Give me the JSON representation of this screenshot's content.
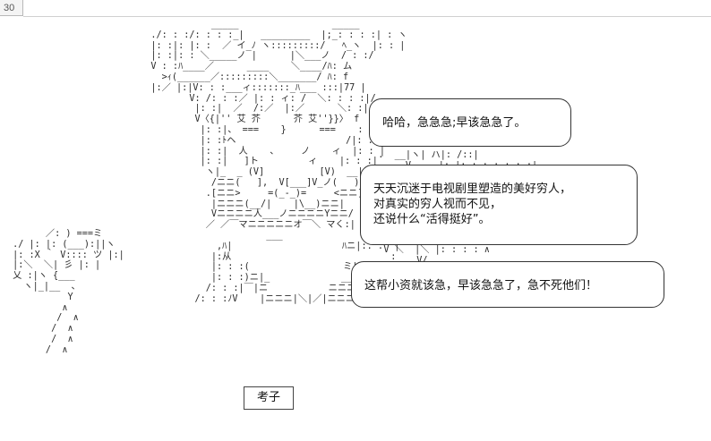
{
  "page": {
    "number": "30"
  },
  "bubbles": {
    "first": {
      "lines": [
        "哈哈，急急急;早该急急了。"
      ]
    },
    "second": {
      "lines": [
        "天天沉迷于电视剧里塑造的美好穷人，",
        "对真实的穷人视而不见，",
        "还说什么“活得挺好”。"
      ]
    },
    "third": {
      "lines": [
        "这帮小资就该急，早该急急了，急不死他们！"
      ]
    }
  },
  "sign": {
    "label": "考子"
  },
  "ascii_art": {
    "main": [
      "              _____                 _____",
      "   ./: : :/: : : :_|   _________  |;_: : : :| : ヽ",
      "   |: :|: |: :  ／ イ_ﾉ ヽ:::::::::/   ﾍ_ヽ  |: : |",
      "   |: :|: : ＼_____ノ |      |＼___ノ  / : :/",
      "   V : :ﾊ____／      ____    ＼____/ﾊ: ム",
      "     >ｨ(______／:::::::::＼_______/ ﾊ: f",
      "   |:／ |:|V: : :___ィ:::::::_ﾊ___ :::|77 |",
      "          V: /: : :／ |: : ィ: /  ＼: : : :|/",
      "           |: :|  ／  /:／  |:／      ＼: :|",
      "           V〈{|'' 艾 芥      芥 艾''}}〉 f",
      "            |: :|、 ===    }      ===    : : |",
      "            |: :ﾄヘ                    /|: : |",
      "            |: :|  人    、    ノ    ィ  |: : |",
      "            |: :|   ]ト         ィ    |: : :|",
      "             ヽ|_  _ (V]          [V)  __|: |",
      "              /ニニ(   ],  V[___]V_ノ(   )ニ f",
      "             .[ニニ>     =(_-_)=     <ニニ]",
      "              |ニニニ(__/|    |\\__)ニニ|",
      "              Vニニニニ人___ノニニニニYニニ/",
      "             ／ ／￣マニニニニニオ￣＼ マく:|",
      "                        ___               |ニ7:.",
      "               ,ﾊ|                    ﾊニ|:. :  |",
      "              |:从                        ___  :",
      "              |: : :(                 ミ|: : |  |",
      "              |: : :)ニ|_             ____(: : |",
      "             /: : :|￣|ニ           ニニニ|    |",
      "           /: : :ﾉV    |ニニニ|＼|／|ニニニニ|"
    ],
    "left": [
      "       ／: ) ===ミ",
      " ./ |: |: (___):||ヽ",
      " |: :X ｀ V:::: ツ |:|",
      " |:＼  ＼| 彡 |: |",
      " 乂 :|ヽ {___",
      "   ヽ|_|__  、",
      "           Y",
      "          ∧",
      "         /  ∧",
      "        /  ∧",
      "        /  ∧",
      "       /  ∧"
    ],
    "right": [
      "  .  __|ヽ| ハ|: /::|",
      "       V     |: |: : : : : : :|",
      "",
      "",
      "        |",
      "        |",
      "        |  |__",
      "   ::|  ＼____/|: : /",
      "   :ﾆ|:: : :|:: :ヽ|_:/",
      "   V ＼  |＼ |: : : : ∧",
      "         V/"
    ]
  }
}
